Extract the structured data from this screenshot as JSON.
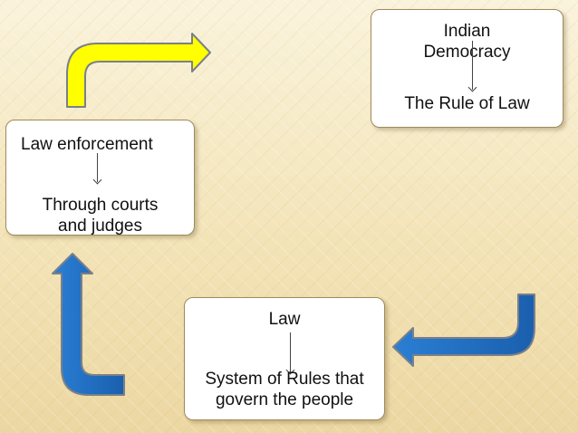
{
  "colors": {
    "yellow_arrow": "#ffff00",
    "blue_arrow": "#1f6fc4",
    "arrow_outline": "#7a8088",
    "box_fill": "#ffffff"
  },
  "nodes": {
    "democracy": {
      "top": "Indian\nDemocracy",
      "bottom": "The Rule of Law"
    },
    "enforcement": {
      "top": "Law enforcement",
      "bottom": "Through courts\nand judges"
    },
    "law": {
      "top": "Law",
      "bottom": "System of Rules that\ngovern the people"
    }
  },
  "arrows": [
    {
      "name": "yellow-arrow",
      "from": "Law enforcement",
      "to": "Indian Democracy",
      "icon": "bent-arrow-right-icon"
    },
    {
      "name": "blue-arrow-right",
      "from": "Indian Democracy",
      "to": "Law",
      "icon": "bent-arrow-left-icon"
    },
    {
      "name": "blue-arrow-left",
      "from": "Law",
      "to": "Law enforcement",
      "icon": "bent-arrow-up-icon"
    }
  ]
}
